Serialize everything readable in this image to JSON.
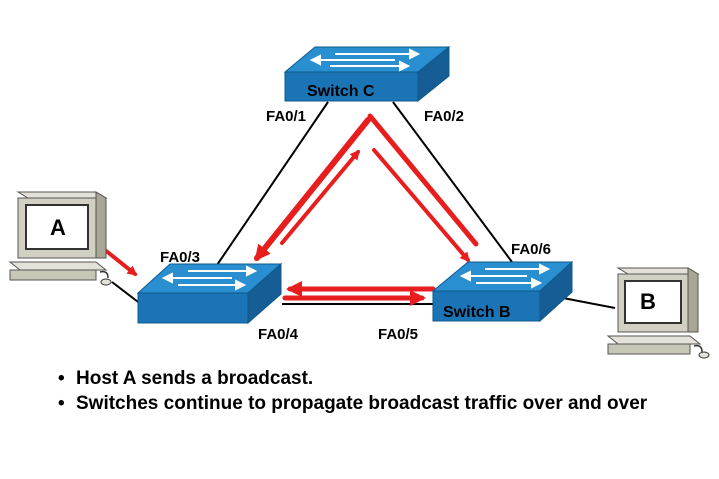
{
  "switches": {
    "c": {
      "label": "Switch C"
    },
    "a": {
      "label": ""
    },
    "b": {
      "label": "Switch B"
    }
  },
  "ports": {
    "c_left": "FA0/1",
    "c_right": "FA0/2",
    "a_top": "FA0/3",
    "a_bottom": "FA0/4",
    "b_bottom": "FA0/5",
    "b_top": "FA0/6"
  },
  "hosts": {
    "left": "A",
    "right": "B"
  },
  "colors": {
    "switch_top": "#2a8fd0",
    "switch_front": "#1b74b6",
    "arrow": "#e81e1e",
    "link": "#000000"
  },
  "bullets": [
    "Host A sends a broadcast.",
    "Switches continue to propagate broadcast traffic over and over"
  ]
}
